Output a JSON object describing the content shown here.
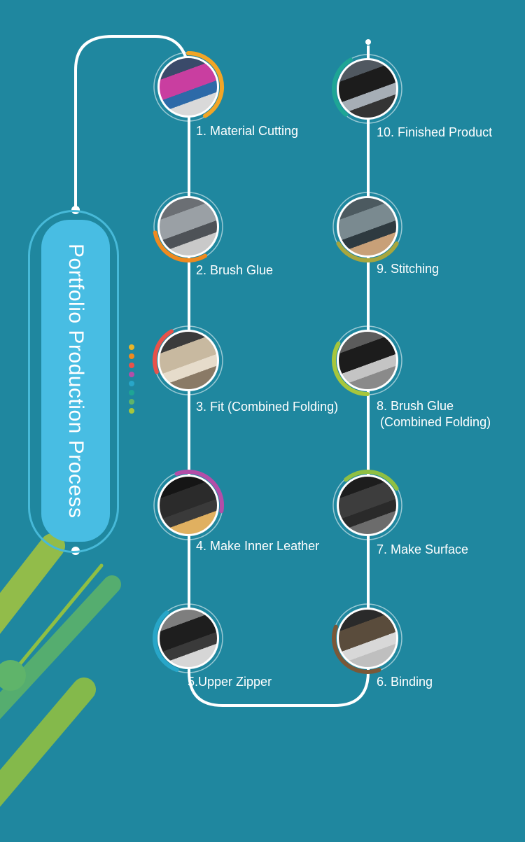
{
  "page": {
    "title": "Portfolio Production Process"
  },
  "steps": [
    {
      "label": "1. Material Cutting",
      "arc_color": "#f2a526",
      "icon": "cutting-photo-icon"
    },
    {
      "label": "2. Brush Glue",
      "arc_color": "#ef8a1f",
      "icon": "glue-photo-icon"
    },
    {
      "label": "3. Fit (Combined Folding)",
      "arc_color": "#e8524a",
      "icon": "folding-photo-icon"
    },
    {
      "label": "4. Make Inner Leather",
      "arc_color": "#b34ea8",
      "icon": "leather-photo-icon"
    },
    {
      "label": "5.Upper Zipper",
      "arc_color": "#28a6c8",
      "icon": "zipper-photo-icon"
    },
    {
      "label": "6. Binding",
      "arc_color": "#7a5838",
      "icon": "binding-photo-icon"
    },
    {
      "label": "7. Make Surface",
      "arc_color": "#8fbf43",
      "icon": "surface-photo-icon"
    },
    {
      "label": "8. Brush Glue",
      "label2": "(Combined Folding)",
      "arc_color": "#a7c63c",
      "icon": "glue2-photo-icon"
    },
    {
      "label": "9. Stitching",
      "arc_color": "#a8a63e",
      "icon": "stitching-photo-icon"
    },
    {
      "label": "10. Finished Product",
      "arc_color": "#1ea595",
      "icon": "finished-photo-icon"
    }
  ],
  "colors": {
    "background": "#1f879f",
    "line": "#ffffff",
    "title_box": "#48bde3",
    "dots": [
      "#e8b52a",
      "#ef8a1f",
      "#e8524a",
      "#b34ea8",
      "#28a6c8",
      "#1ea595",
      "#5fb46a",
      "#a7c63c"
    ]
  }
}
